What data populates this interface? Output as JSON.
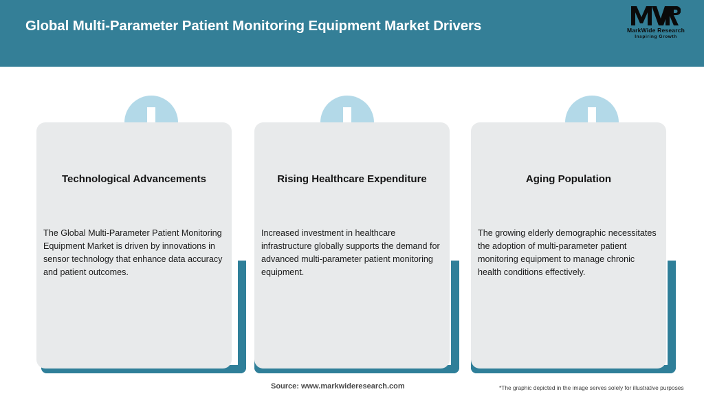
{
  "header": {
    "title": "Global Multi-Parameter Patient Monitoring Equipment Market Drivers",
    "background_color": "#347f97",
    "title_color": "#ffffff"
  },
  "logo": {
    "mark": "MWR",
    "name": "MarkWide Research",
    "tagline": "Inspiring Growth"
  },
  "theme": {
    "accent_teal": "#2f7f99",
    "icon_circle_blue": "#b3d9e8",
    "card_background": "#e8eaeb",
    "arrow_color": "#ffffff"
  },
  "cards": [
    {
      "icon": "arrow-down-icon",
      "title": "Technological Advancements",
      "body": "The Global Multi-Parameter Patient Monitoring Equipment Market is driven by innovations in sensor technology that enhance data accuracy and patient outcomes."
    },
    {
      "icon": "arrow-down-icon",
      "title": "Rising Healthcare Expenditure",
      "body": "Increased investment in healthcare infrastructure globally supports the demand for advanced multi-parameter patient monitoring equipment."
    },
    {
      "icon": "arrow-down-icon",
      "title": "Aging Population",
      "body": "The growing elderly demographic necessitates the adoption of multi-parameter patient monitoring equipment to manage chronic health conditions effectively."
    }
  ],
  "footer": {
    "source": "Source: www.markwideresearch.com",
    "disclaimer": "*The graphic depicted in the image serves solely for illustrative purposes"
  }
}
